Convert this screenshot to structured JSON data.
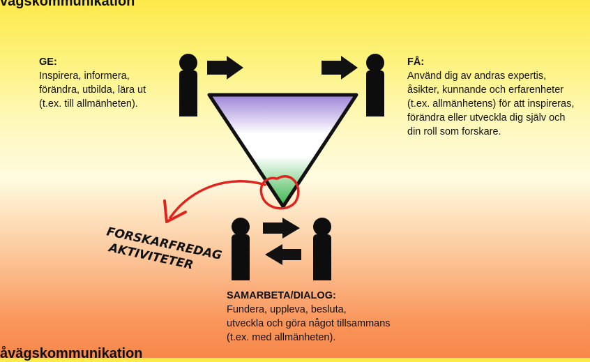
{
  "titles": {
    "top": "vägskommunikation",
    "bottom": "åvägskommunikation"
  },
  "ge": {
    "heading": "GE:",
    "lines": [
      "Inspirera, informera,",
      "förändra, utbilda, lära ut",
      "(t.ex. till allmänheten)."
    ]
  },
  "fa": {
    "heading": "FÅ:",
    "lines": [
      "Använd dig av andras expertis,",
      "åsikter, kunnande och erfarenheter",
      "(t.ex. allmänhetens) för att inspireras,",
      "förändra eller utveckla dig själv och",
      "din roll som forskare."
    ]
  },
  "samarbeta": {
    "heading": "SAMARBETA/DIALOG:",
    "lines": [
      "Fundera, uppleva, besluta,",
      "utveckla och göra något tillsammans",
      "(t.ex. med allmänheten)."
    ]
  },
  "callout": {
    "lines": [
      "FORSKARFREDAG",
      "AKTIVITETER"
    ]
  },
  "colors": {
    "figure": "#0d0d0d",
    "arrow": "#111111",
    "curve": "#e0231d",
    "triangle_top": "#a78bdc",
    "triangle_mid": "#ffffff",
    "triangle_bottom": "#3fb54a"
  },
  "icons": [
    "person-icon",
    "right-arrow-icon",
    "left-arrow-icon",
    "curved-arrow-icon"
  ]
}
